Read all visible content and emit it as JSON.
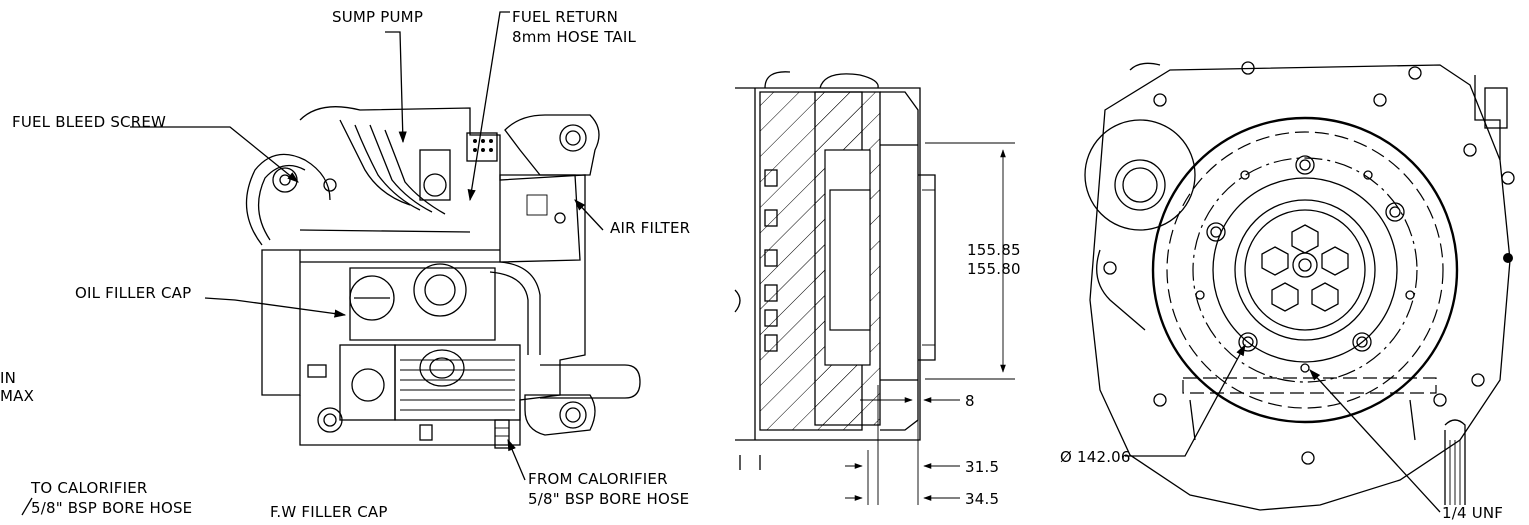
{
  "labels": {
    "sump_pump": "SUMP PUMP",
    "fuel_return_1": "FUEL RETURN",
    "fuel_return_2": "8mm HOSE TAIL",
    "fuel_bleed_screw": "FUEL BLEED SCREW",
    "air_filter": "AIR FILTER",
    "oil_filler_cap": "OIL FILLER CAP",
    "drain_partial_1": "IN",
    "drain_partial_2": "MAX",
    "to_calorifier_1": "TO CALORIFIER",
    "to_calorifier_2": "5/8\" BSP BORE HOSE",
    "fw_filler_cap": "F.W FILLER CAP",
    "from_calorifier_1": "FROM CALORIFIER",
    "from_calorifier_2": "5/8\" BSP BORE HOSE"
  },
  "dimensions": {
    "dia_upper": "155.85",
    "dia_lower": "155.80",
    "dim_8": "8",
    "dim_31_5": "31.5",
    "dim_34_5": "34.5",
    "bolt_circle": "Ø 142.06",
    "thread": "1/4 UNF"
  }
}
